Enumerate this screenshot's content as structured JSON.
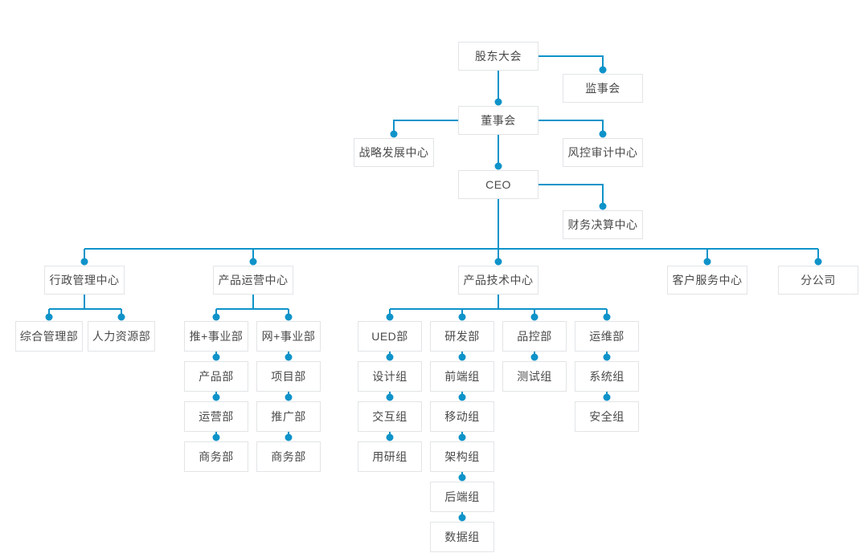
{
  "diagram": {
    "type": "org-chart",
    "connector_color": "#0e93c9",
    "box_border_color": "#e2e4e6",
    "box_fill_color": "#ffffff",
    "text_color": "#4a4a4a",
    "nodes": [
      {
        "id": "shareholders",
        "label": "股东大会",
        "parent": null
      },
      {
        "id": "supervisory",
        "label": "监事会",
        "parent": "shareholders"
      },
      {
        "id": "board",
        "label": "董事会",
        "parent": "shareholders"
      },
      {
        "id": "strategy-center",
        "label": "战略发展中心",
        "parent": "board"
      },
      {
        "id": "risk-audit-center",
        "label": "风控审计中心",
        "parent": "board"
      },
      {
        "id": "ceo",
        "label": "CEO",
        "parent": "board"
      },
      {
        "id": "finance-center",
        "label": "财务决算中心",
        "parent": "ceo"
      },
      {
        "id": "admin-center",
        "label": "行政管理中心",
        "parent": "ceo"
      },
      {
        "id": "general-mgmt-dept",
        "label": "综合管理部",
        "parent": "admin-center"
      },
      {
        "id": "hr-dept",
        "label": "人力资源部",
        "parent": "admin-center"
      },
      {
        "id": "ops-center",
        "label": "产品运营中心",
        "parent": "ceo"
      },
      {
        "id": "tui-business-unit",
        "label": "推+事业部",
        "parent": "ops-center"
      },
      {
        "id": "product-dept",
        "label": "产品部",
        "parent": "tui-business-unit"
      },
      {
        "id": "operation-dept",
        "label": "运营部",
        "parent": "product-dept"
      },
      {
        "id": "business-dept-1",
        "label": "商务部",
        "parent": "operation-dept"
      },
      {
        "id": "wang-business-unit",
        "label": "网+事业部",
        "parent": "ops-center"
      },
      {
        "id": "project-dept",
        "label": "项目部",
        "parent": "wang-business-unit"
      },
      {
        "id": "promotion-dept",
        "label": "推广部",
        "parent": "project-dept"
      },
      {
        "id": "business-dept-2",
        "label": "商务部",
        "parent": "promotion-dept"
      },
      {
        "id": "tech-center",
        "label": "产品技术中心",
        "parent": "ceo"
      },
      {
        "id": "ued-dept",
        "label": "UED部",
        "parent": "tech-center"
      },
      {
        "id": "design-group",
        "label": "设计组",
        "parent": "ued-dept"
      },
      {
        "id": "interaction-group",
        "label": "交互组",
        "parent": "design-group"
      },
      {
        "id": "user-research-group",
        "label": "用研组",
        "parent": "interaction-group"
      },
      {
        "id": "rd-dept",
        "label": "研发部",
        "parent": "tech-center"
      },
      {
        "id": "frontend-group",
        "label": "前端组",
        "parent": "rd-dept"
      },
      {
        "id": "mobile-group",
        "label": "移动组",
        "parent": "frontend-group"
      },
      {
        "id": "architecture-group",
        "label": "架构组",
        "parent": "mobile-group"
      },
      {
        "id": "backend-group",
        "label": "后端组",
        "parent": "architecture-group"
      },
      {
        "id": "data-group",
        "label": "数据组",
        "parent": "backend-group"
      },
      {
        "id": "qc-dept",
        "label": "品控部",
        "parent": "tech-center"
      },
      {
        "id": "test-group",
        "label": "测试组",
        "parent": "qc-dept"
      },
      {
        "id": "devops-dept",
        "label": "运维部",
        "parent": "tech-center"
      },
      {
        "id": "system-group",
        "label": "系统组",
        "parent": "devops-dept"
      },
      {
        "id": "security-group",
        "label": "安全组",
        "parent": "system-group"
      },
      {
        "id": "service-center",
        "label": "客户服务中心",
        "parent": "ceo"
      },
      {
        "id": "branch-company",
        "label": "分公司",
        "parent": "ceo"
      }
    ]
  }
}
